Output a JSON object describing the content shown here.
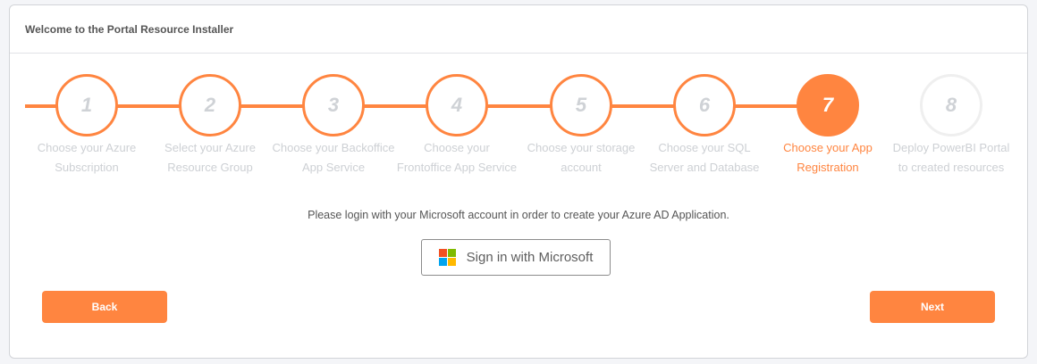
{
  "header": {
    "title": "Welcome to the Portal Resource Installer"
  },
  "stepper": {
    "accent_color": "#ff8540",
    "current_step": 7,
    "steps": [
      {
        "number": "1",
        "label_line1": "Choose your Azure",
        "label_line2": "Subscription",
        "state": "completed"
      },
      {
        "number": "2",
        "label_line1": "Select your Azure",
        "label_line2": "Resource Group",
        "state": "completed"
      },
      {
        "number": "3",
        "label_line1": "Choose your Backoffice",
        "label_line2": "App Service",
        "state": "completed"
      },
      {
        "number": "4",
        "label_line1": "Choose your",
        "label_line2": "Frontoffice App Service",
        "state": "completed"
      },
      {
        "number": "5",
        "label_line1": "Choose your storage",
        "label_line2": "account",
        "state": "completed"
      },
      {
        "number": "6",
        "label_line1": "Choose your SQL",
        "label_line2": "Server and Database",
        "state": "completed"
      },
      {
        "number": "7",
        "label_line1": "Choose your App",
        "label_line2": "Registration",
        "state": "active"
      },
      {
        "number": "8",
        "label_line1": "Deploy PowerBI Portal",
        "label_line2": "to created resources",
        "state": "pending"
      }
    ]
  },
  "content": {
    "login_prompt": "Please login with your Microsoft account in order to create your Azure AD Application.",
    "sign_in_button": "Sign in with Microsoft",
    "ms_logo_colors": [
      "#f25022",
      "#7fba00",
      "#00a4ef",
      "#ffb900"
    ]
  },
  "footer": {
    "back_label": "Back",
    "next_label": "Next"
  }
}
